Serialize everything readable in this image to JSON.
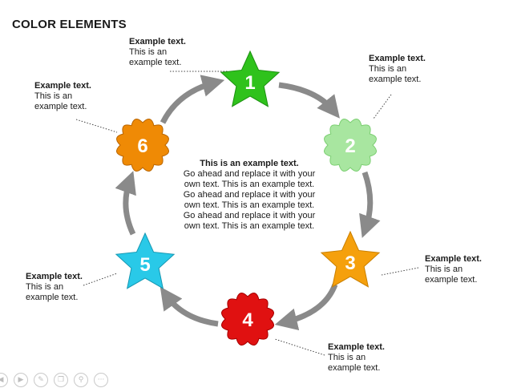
{
  "title": "COLOR ELEMENTS",
  "center": {
    "heading": "This is an example text.",
    "body": "Go ahead and replace it with your own text. This is an example text. Go ahead and replace it with your own text. This is an example text. Go ahead and replace it with your own text. This is an example text."
  },
  "nodes": [
    {
      "number": "1",
      "shape": "star",
      "color": "#2fc21c"
    },
    {
      "number": "2",
      "shape": "flower",
      "color": "#a8e6a0"
    },
    {
      "number": "3",
      "shape": "star",
      "color": "#f5a00c"
    },
    {
      "number": "4",
      "shape": "flower",
      "color": "#e01111"
    },
    {
      "number": "5",
      "shape": "star",
      "color": "#29c9e8"
    },
    {
      "number": "6",
      "shape": "flower",
      "color": "#ef8a05"
    }
  ],
  "labels": [
    {
      "heading": "Example text.",
      "body": "This is an\nexample text."
    },
    {
      "heading": "Example text.",
      "body": "This is an\nexample text."
    },
    {
      "heading": "Example text.",
      "body": "This is an\nexample text."
    },
    {
      "heading": "Example text.",
      "body": "This is an\nexample text."
    },
    {
      "heading": "Example text.",
      "body": "This is an\nexample text."
    },
    {
      "heading": "Example text.",
      "body": "This is an\nexample text."
    }
  ],
  "arrow_color": "#8a8a8a",
  "toolbar": {
    "icons": [
      "previous-icon",
      "next-icon",
      "pen-icon",
      "copy-icon",
      "zoom-icon",
      "more-icon"
    ]
  }
}
